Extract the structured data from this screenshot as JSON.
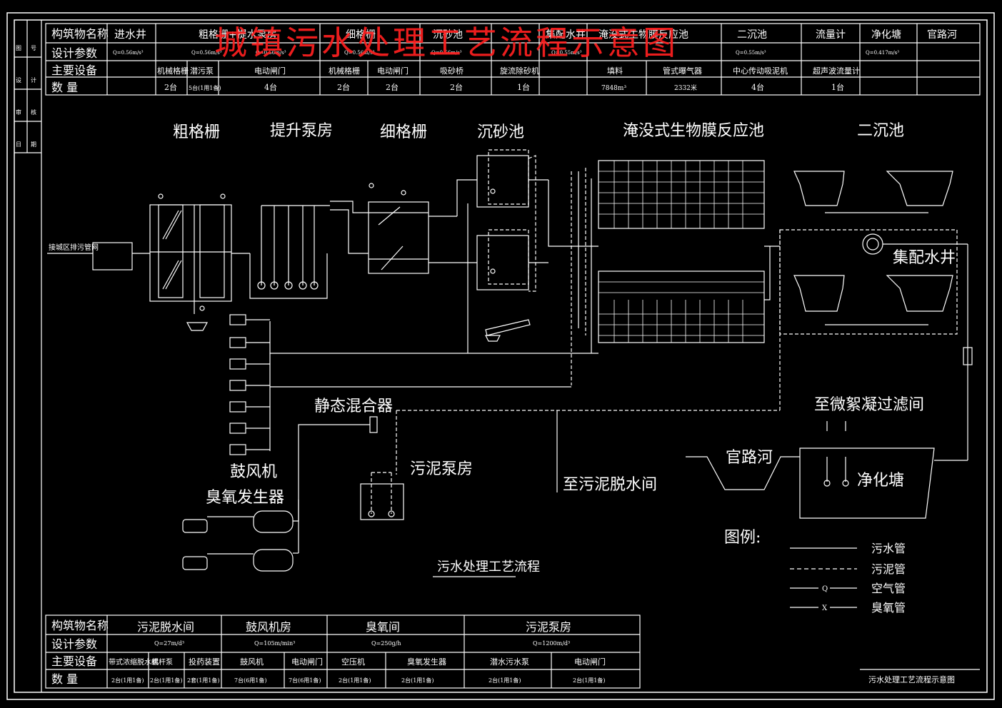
{
  "overlay_title": "城镇污水处理工艺流程示意图",
  "top_table": {
    "row_headers": [
      "构筑物名称",
      "设计参数",
      "主要设备",
      "数  量"
    ],
    "names": [
      "进水井",
      "粗格栅+提水泵房",
      "细格栅",
      "沉砂池",
      "集配水井",
      "淹没式生物膜反应池",
      "二沉池",
      "流量计",
      "净化塘",
      "官路河"
    ],
    "params": [
      "Q=0.56m/s³",
      "Q=0.56m/s³",
      "Q=0.56m/s³",
      "Q=0.56m/s³",
      "Q=0.56m/s³",
      "Q=0.55m/s³",
      "Q=0.55m/s³",
      "Q=0.417m/s³"
    ],
    "equipment": [
      "机械格栅",
      "潜污泵",
      "电动闸门",
      "机械格栅",
      "电动闸门",
      "吸砂桥",
      "旋流除砂机",
      "填料",
      "管式曝气器",
      "中心传动吸泥机",
      "超声波流量计"
    ],
    "quantities": [
      "2台",
      "5台(1用1备)",
      "4台",
      "2台",
      "2台",
      "2台",
      "1台",
      "7848m³",
      "2332米",
      "4台",
      "1台"
    ]
  },
  "left_stamps": [
    "图",
    "号",
    "设",
    "计",
    "审",
    "核",
    "日",
    "期"
  ],
  "stages": {
    "coarse_screen": "粗格栅",
    "lift_pump": "提升泵房",
    "fine_screen": "细格栅",
    "grit_chamber": "沉砂池",
    "bioreactor": "淹没式生物膜反应池",
    "secondary_clarifier": "二沉池",
    "distribution_well": "集配水井",
    "inlet": "接城区排污管网",
    "static_mixer": "静态混合器",
    "blower": "鼓风机",
    "ozone_gen": "臭氧发生器",
    "sludge_pump": "污泥泵房",
    "to_dewatering": "至污泥脱水间",
    "to_filtration": "至微絮凝过滤间",
    "river": "官路河",
    "pond": "净化塘",
    "process_caption": "污水处理工艺流程"
  },
  "legend": {
    "title": "图例:",
    "items": [
      {
        "label": "污水管",
        "style": "solid",
        "mark": ""
      },
      {
        "label": "污泥管",
        "style": "dashed",
        "mark": ""
      },
      {
        "label": "空气管",
        "style": "solid",
        "mark": "Q"
      },
      {
        "label": "臭氧管",
        "style": "solid",
        "mark": "X"
      }
    ]
  },
  "bottom_table": {
    "row_headers": [
      "构筑物名称",
      "设计参数",
      "主要设备",
      "数  量"
    ],
    "names": [
      "污泥脱水间",
      "鼓风机房",
      "臭氧间",
      "污泥泵房"
    ],
    "params": [
      "Q=27m/d³",
      "Q=105m/min³",
      "Q=250g/h",
      "Q=1200m/d³"
    ],
    "equipment": [
      "带式浓缩脱水机",
      "螺杆泵",
      "投药装置",
      "鼓风机",
      "电动闸门",
      "空压机",
      "臭氧发生器",
      "潜水污水泵",
      "电动闸门"
    ],
    "quantities": [
      "2台(1用1备)",
      "2台(1用1备)",
      "2套(1用1备)",
      "7台(6用1备)",
      "7台(6用1备)",
      "2台(1用1备)",
      "2台(1用1备)",
      "2台(1用1备)",
      "2台(1用1备)"
    ]
  },
  "drawing_title": "污水处理工艺流程示意图",
  "colors": {
    "background": "#000000",
    "line": "#ffffff",
    "overlay": "#ff2020"
  }
}
